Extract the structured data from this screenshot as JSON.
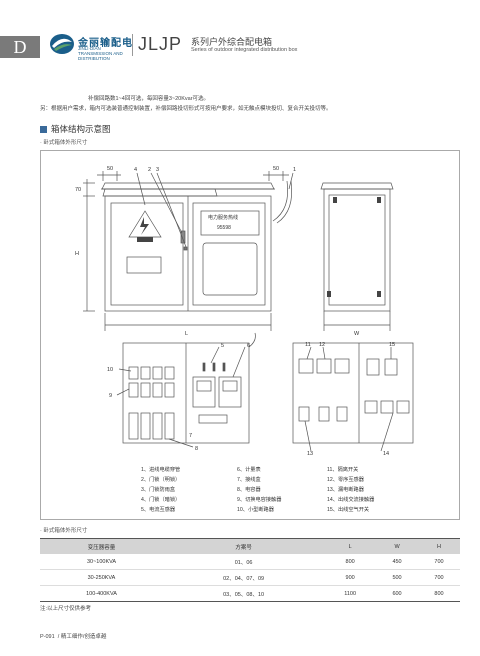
{
  "header": {
    "section_letter": "D",
    "brand_cn": "金丽输配电",
    "brand_en": "JINLI·DIAN TRANSMISSION AND DISTRIBUTION",
    "series": "JLJP",
    "title_cn": "系列户外综合配电箱",
    "title_en": "Series of outdoor integrated distribution box"
  },
  "notes": [
    "补偿回路数1~4回可选，每回容量3~20Kvar可选。",
    "另：根据用户需求，箱内可选装普通控制装置，补偿回路投切形式可按用户要求，如无触点模块投切、复合开关投切等。"
  ],
  "section_title": "箱体结构示意图",
  "subsection_1": "· 卧式箱体外形尺寸",
  "diagram": {
    "dim_labels": {
      "d50a": "50",
      "d70": "70",
      "dH": "H",
      "dL": "L",
      "d50b": "50",
      "dW": "W",
      "c4": "4",
      "c2": "2",
      "c3": "3",
      "c1": "1",
      "c5": "5",
      "c6": "6",
      "c10": "10",
      "c8": "8",
      "c7": "7",
      "c11": "11",
      "c12": "12",
      "c15": "15",
      "c13": "13",
      "c14": "14"
    },
    "door_sign": "电力服务热线",
    "door_phone": "95598",
    "legend": [
      "1、进线电缆穿管",
      "6、计量表",
      "11、隔离开关",
      "2、门锁（明锁）",
      "7、接线盒",
      "12、零序互感器",
      "3、门锁防雨盒",
      "8、电容器",
      "13、漏电断路器",
      "4、门锁（暗锁）",
      "9、切换电容接触器",
      "14、出线交流接触器",
      "5、电流互感器",
      "10、小型断路器",
      "15、出线空气开关"
    ]
  },
  "subsection_2": "· 卧式箱体外形尺寸",
  "table": {
    "headers": [
      "变压器容量",
      "方案号",
      "L",
      "W",
      "H"
    ],
    "rows": [
      [
        "30~100KVA",
        "01、06",
        "800",
        "450",
        "700"
      ],
      [
        "30-250KVA",
        "02、04、07、09",
        "900",
        "500",
        "700"
      ],
      [
        "100-400KVA",
        "03、05、08、10",
        "1100",
        "600",
        "800"
      ]
    ]
  },
  "footer_note": "注:以上尺寸仅供参考",
  "page_label": "P-091",
  "page_sub": "精工细作/创造卓越"
}
